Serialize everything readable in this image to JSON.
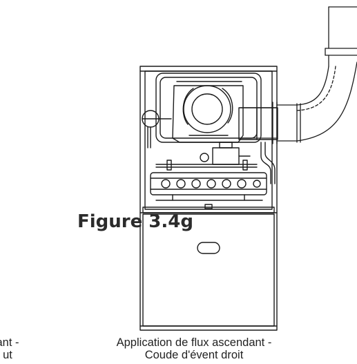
{
  "figure": {
    "label": "Figure 3.4g"
  },
  "captions": {
    "left": {
      "line1": "ant -",
      "line2": "ut"
    },
    "right": {
      "line1": "Application de flux ascendant -",
      "line2": "Coude d'évent droit"
    }
  },
  "colors": {
    "line": "#1a1a1a",
    "text": "#222222"
  }
}
